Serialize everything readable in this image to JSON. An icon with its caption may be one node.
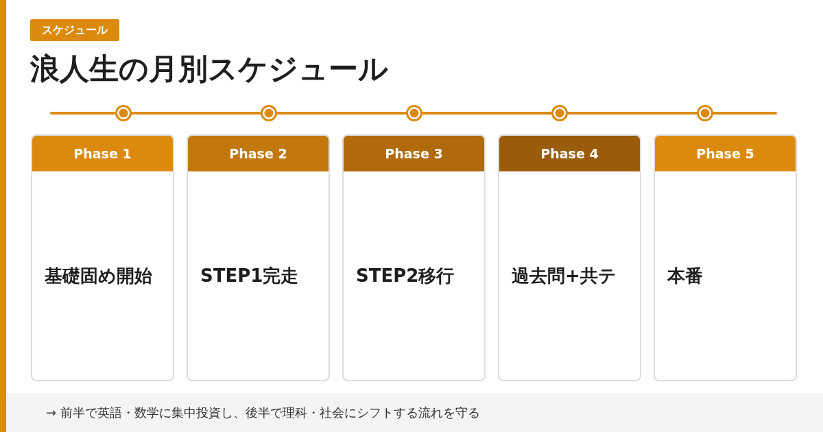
{
  "diagram": {
    "title": "浪人生の月別スケジュール",
    "labels": [
      "スケジュール"
    ],
    "nodes": [
      {
        "text": [
          "Phase 1",
          "基礎固め開始"
        ]
      },
      {
        "text": [
          "Phase 2",
          "STEP1完走"
        ]
      },
      {
        "text": [
          "Phase 3",
          "STEP2移行"
        ]
      },
      {
        "text": [
          "Phase 4",
          "過去問+共テ"
        ]
      },
      {
        "text": [
          "Phase 5",
          "本番"
        ]
      }
    ],
    "caption": "→ 前半で英語・数学に集中投資し、後半で理科・社会にシフトする流れを守る"
  }
}
